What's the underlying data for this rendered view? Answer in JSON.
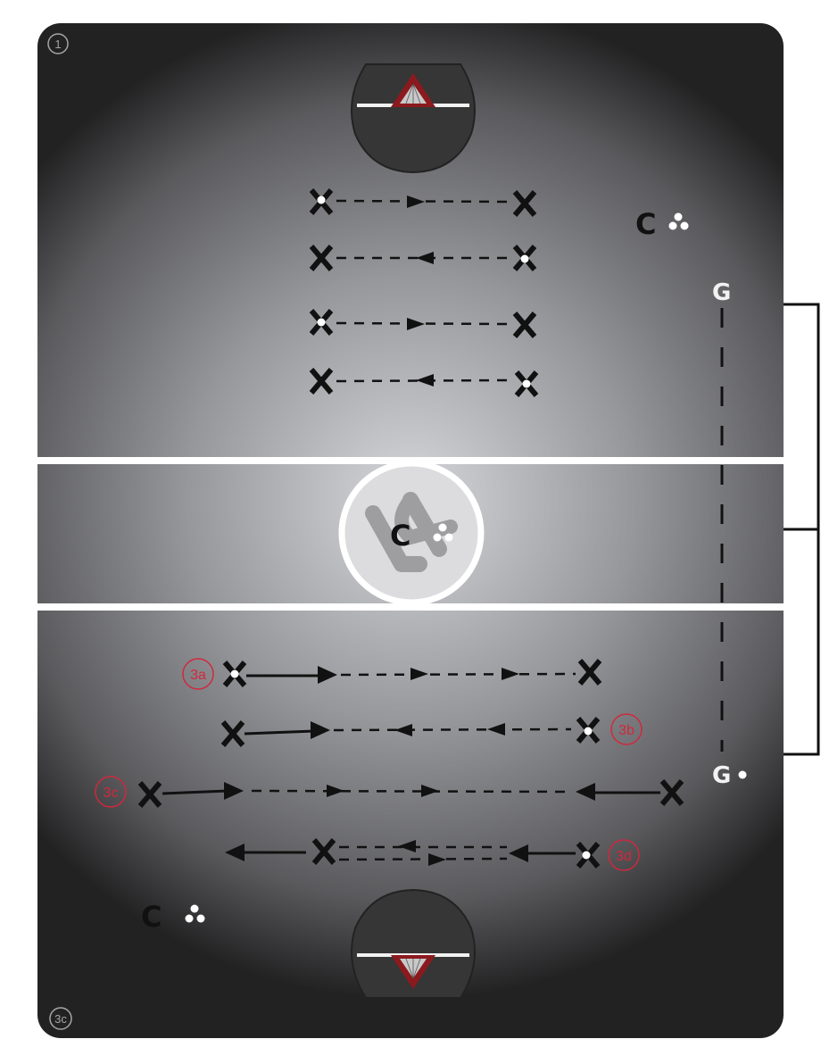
{
  "diagram": {
    "type": "lacrosse-drill",
    "corner_labels": {
      "top_left": "1",
      "bottom_left": "3c"
    },
    "colors": {
      "field_dark": "#2a2a2b",
      "field_light": "#d4d5d8",
      "line_white": "#ffffff",
      "crease": "#363636",
      "goal_red": "#8b1a1e",
      "label_red": "#d0283c",
      "player": "#111111"
    },
    "markers": {
      "coach_top": {
        "letter": "C",
        "icon": "balls-icon"
      },
      "coach_center": {
        "letter": "C",
        "icon": "balls-icon"
      },
      "coach_bottom": {
        "letter": "C",
        "icon": "balls-icon"
      },
      "goalie_top": {
        "letter": "G"
      },
      "goalie_bottom": {
        "letter": "G",
        "has_ball": true
      }
    },
    "drill_labels": {
      "a": "3a",
      "b": "3b",
      "c": "3c",
      "d": "3d"
    },
    "top_pass_rows": [
      {
        "direction": "right",
        "ball_side": "left"
      },
      {
        "direction": "left",
        "ball_side": "right"
      },
      {
        "direction": "right",
        "ball_side": "left"
      },
      {
        "direction": "left",
        "ball_side": "right"
      }
    ]
  }
}
